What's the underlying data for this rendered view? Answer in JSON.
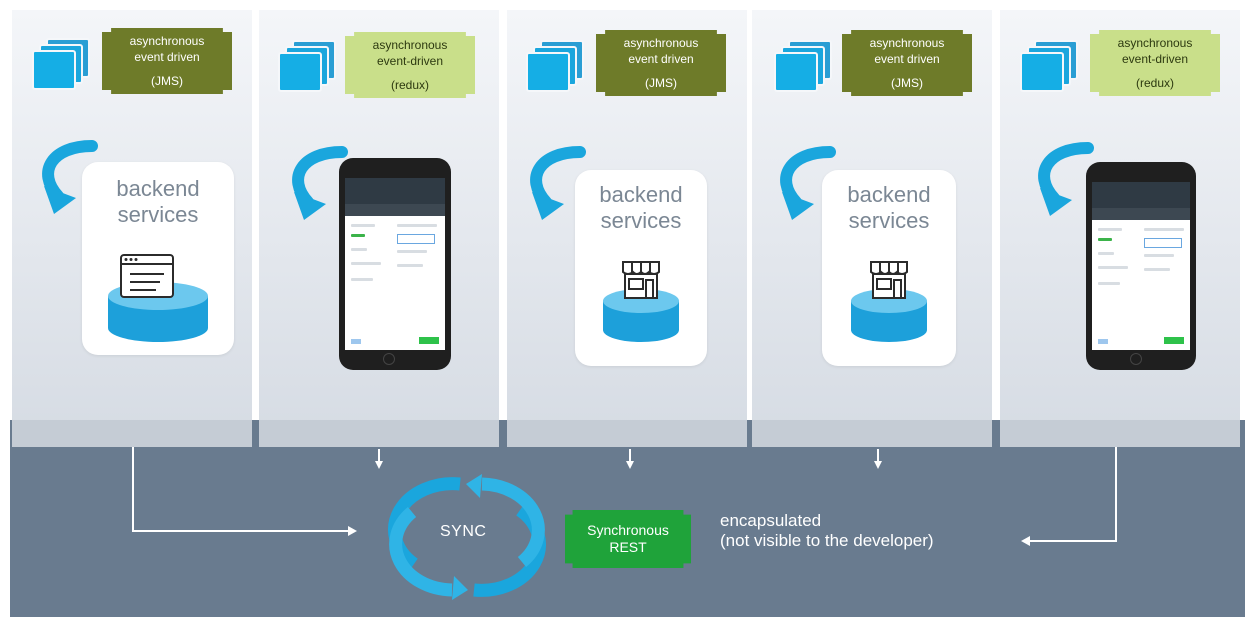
{
  "colors": {
    "olive_tag": "#6e7b29",
    "light_tag": "#c9df8a",
    "accent_blue": "#1aa6dd",
    "bottom_band": "#697b8f",
    "rest_green": "#1fa33a"
  },
  "panels": [
    {
      "tag_line1": "asynchronous",
      "tag_line2": "event driven",
      "tag_line3": "(JMS)",
      "tag_style": "dark",
      "content": "backend",
      "title_line1": "backend",
      "title_line2": "services",
      "icon": "browser-window-icon"
    },
    {
      "tag_line1": "asynchronous",
      "tag_line2": "event-driven",
      "tag_line3": "(redux)",
      "tag_style": "light",
      "content": "phone"
    },
    {
      "tag_line1": "asynchronous",
      "tag_line2": "event driven",
      "tag_line3": "(JMS)",
      "tag_style": "dark",
      "content": "backend",
      "title_line1": "backend",
      "title_line2": "services",
      "icon": "storefront-icon"
    },
    {
      "tag_line1": "asynchronous",
      "tag_line2": "event driven",
      "tag_line3": "(JMS)",
      "tag_style": "dark",
      "content": "backend",
      "title_line1": "backend",
      "title_line2": "services",
      "icon": "storefront-icon"
    },
    {
      "tag_line1": "asynchronous",
      "tag_line2": "event-driven",
      "tag_line3": "(redux)",
      "tag_style": "light",
      "content": "phone"
    }
  ],
  "sync": {
    "label": "SYNC"
  },
  "rest": {
    "line1": "Synchronous",
    "line2": "REST"
  },
  "encapsulated": {
    "line1": "encapsulated",
    "line2": "(not visible to the developer)"
  }
}
